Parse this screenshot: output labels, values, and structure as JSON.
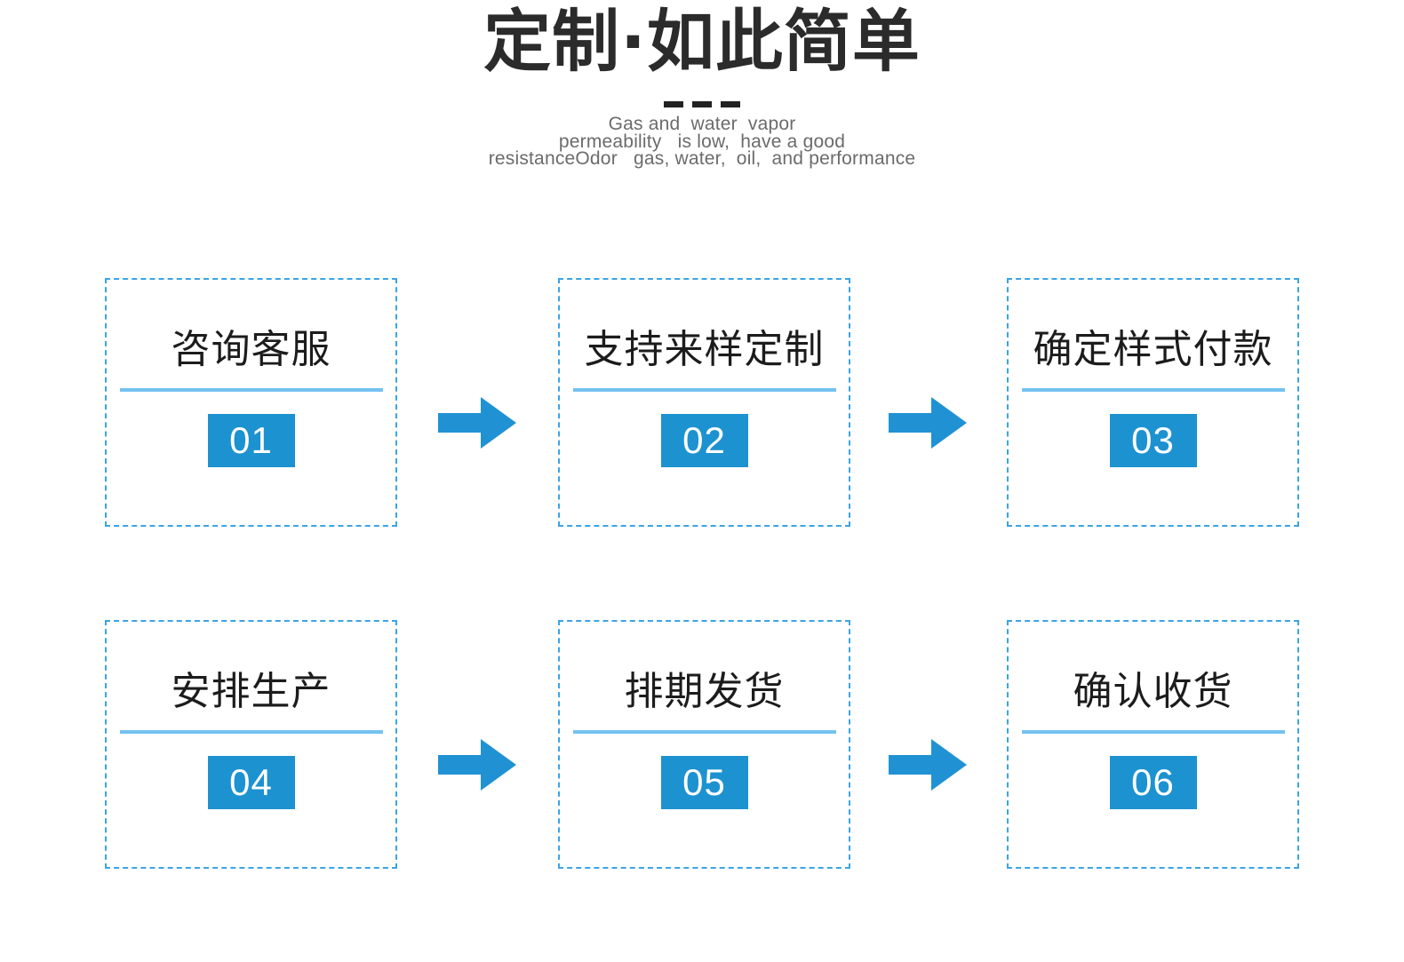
{
  "header": {
    "title": "定制·如此简单",
    "divider_icon": "three-dashes-divider",
    "divider_dash_count": 3,
    "subtitle_lines": [
      "Gas and  water  vapor",
      "permeability   is low,  have a good",
      "resistanceOdor   gas, water,  oil,  and performance"
    ]
  },
  "colors": {
    "title_text": "#2b2b2b",
    "subtitle_text": "#6b6b6b",
    "card_border": "#3ba4e4",
    "card_rule": "#74c2f0",
    "badge_background": "#1d92d0",
    "badge_text": "#ffffff",
    "arrow": "#2092d4",
    "page_background": "#ffffff"
  },
  "flow": {
    "rows": [
      {
        "cards": [
          {
            "title": "咨询客服",
            "number": "01"
          },
          {
            "title": "支持来样定制",
            "number": "02"
          },
          {
            "title": "确定样式付款",
            "number": "03"
          }
        ],
        "arrows": [
          {
            "icon": "arrow-right-icon"
          },
          {
            "icon": "arrow-right-icon"
          }
        ]
      },
      {
        "cards": [
          {
            "title": "安排生产",
            "number": "04"
          },
          {
            "title": "排期发货",
            "number": "05"
          },
          {
            "title": "确认收货",
            "number": "06"
          }
        ],
        "arrows": [
          {
            "icon": "arrow-right-icon"
          },
          {
            "icon": "arrow-right-icon"
          }
        ]
      }
    ]
  }
}
